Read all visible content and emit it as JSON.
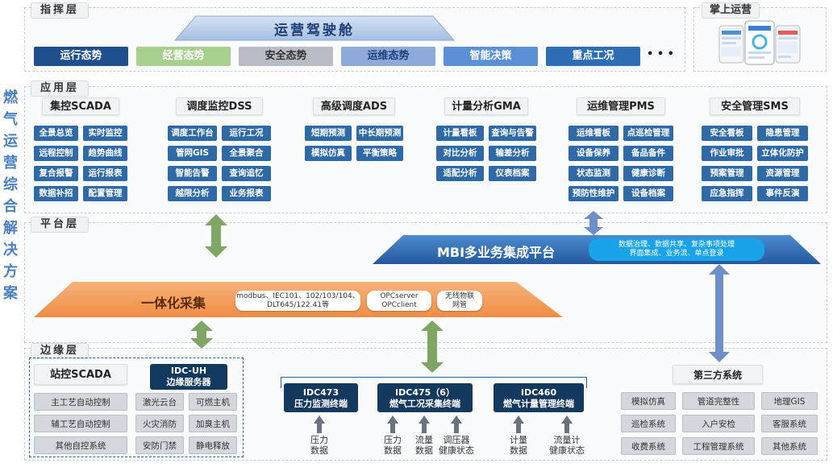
{
  "vertical_title": [
    "燃",
    "气",
    "运",
    "营",
    "综",
    "合",
    "解",
    "决",
    "方",
    "案"
  ],
  "layers": {
    "command": "指挥层",
    "application": "应用层",
    "platform": "平台层",
    "edge": "边缘层"
  },
  "mobile": {
    "label": "掌上运营"
  },
  "cockpit": {
    "title": "运营驾驶舱",
    "tiles": [
      "运行态势",
      "经营态势",
      "安全态势",
      "运维态势",
      "智能决策",
      "重点工况"
    ],
    "more": "• • •"
  },
  "modules": [
    {
      "title": "集控SCADA",
      "items": [
        "全景总览",
        "实时监控",
        "远程控制",
        "趋势曲线",
        "复合报警",
        "运行报表",
        "数据补招",
        "配置管理"
      ]
    },
    {
      "title": "调度监控DSS",
      "items": [
        "调度工作台",
        "运行工况",
        "管网GIS",
        "全景聚合",
        "智能告警",
        "查询追忆",
        "越限分析",
        "业务报表"
      ]
    },
    {
      "title": "高级调度ADS",
      "items": [
        "短期预测",
        "中长期预测",
        "模拟仿真",
        "平衡策略"
      ]
    },
    {
      "title": "计量分析GMA",
      "items": [
        "计量看板",
        "查询与告警",
        "对比分析",
        "输差分析",
        "适配分析",
        "仪表档案"
      ]
    },
    {
      "title": "运维管理PMS",
      "items": [
        "运维看板",
        "点巡检管理",
        "设备保养",
        "备品备件",
        "状态监测",
        "健康诊断",
        "预防性维护",
        "设备档案"
      ]
    },
    {
      "title": "安全管理SMS",
      "items": [
        "安全看板",
        "隐患管理",
        "作业审批",
        "立体化防护",
        "预案管理",
        "资源管理",
        "应急指挥",
        "事件反演"
      ]
    }
  ],
  "platform": {
    "mbi_title": "MBI多业务集成平台",
    "mbi_desc": [
      "数据治理、数据共享、复杂事项处理",
      "界面集成、业务流、单点登录"
    ],
    "collect_title": "一体化采集",
    "protocols": [
      "modbus、IEC101、102/103/104、",
      "DLT645/122.41等"
    ],
    "opc": [
      "OPCserver",
      "OPCclient"
    ],
    "iot": [
      "无线物联",
      "网管"
    ]
  },
  "edge": {
    "station_title": "站控SCADA",
    "station_items": [
      "主工艺自动控制",
      "辅工艺自动控制",
      "其他自控系统"
    ],
    "idc_uh": [
      "IDC-UH",
      "边缘服务器"
    ],
    "idc_uh_items": [
      "激光云台",
      "可燃主机",
      "火灾消防",
      "加臭主机",
      "安防门禁",
      "静电释放"
    ],
    "terminals": [
      {
        "line1": "IDC473",
        "line2": "压力监测终端"
      },
      {
        "line1": "IDC475（6）",
        "line2": "燃气工况采集终端"
      },
      {
        "line1": "IDC460",
        "line2": "燃气计量管理终端"
      }
    ],
    "signals": [
      [
        "压力",
        "数据"
      ],
      [
        "压力",
        "数据"
      ],
      [
        "流量",
        "数据"
      ],
      [
        "调压器",
        "健康状态"
      ],
      [
        "计量",
        "数据"
      ],
      [
        "流量计",
        "健康状态"
      ]
    ],
    "third_title": "第三方系统",
    "third_items": [
      "模拟仿真",
      "管道完整性",
      "地理GIS",
      "巡检系统",
      "入户安检",
      "客服系统",
      "收费系统",
      "工程管理系统",
      "其他系统"
    ]
  },
  "colors": {
    "tile_navy": "#1f4e8c",
    "tile_green": "#a8d08d",
    "tile_gray": "#b8bcc4",
    "tile_light_blue": "#8eaadb",
    "tile_mid_blue": "#5b8fd6",
    "tile_blue": "#2e6db4",
    "chip": "#2f6aa6",
    "orange": "#f4a262",
    "mbi_blue": "#2f6fb5",
    "arrow_green": "#7fa662",
    "arrow_blue": "#6f8fc9"
  }
}
